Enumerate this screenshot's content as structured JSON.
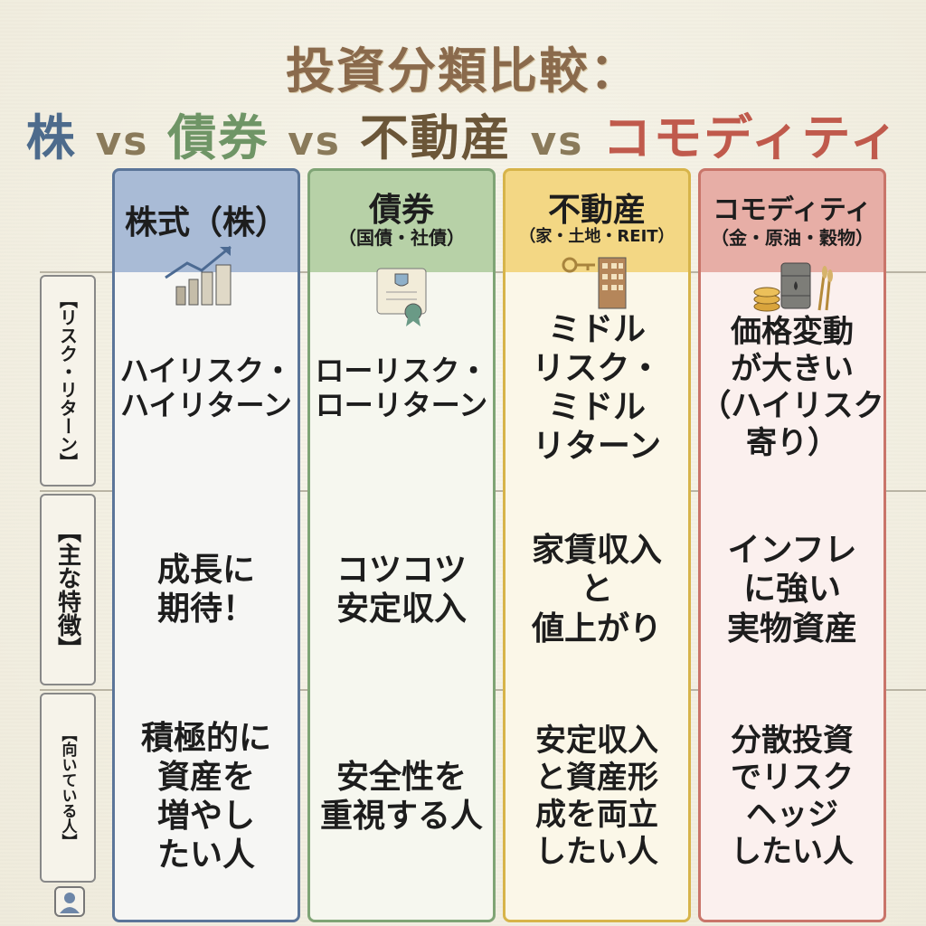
{
  "title": {
    "line1": "投資分類比較：",
    "asset1": "株",
    "vs1": "vs",
    "asset2": "債券",
    "vs2": "vs",
    "asset3": "不動産",
    "vs3": "vs",
    "asset4": "コモディティ"
  },
  "row_labels": {
    "risk": "【リスク・リターン】",
    "features": "【主な特徴】",
    "suited": "【向いている人】"
  },
  "columns": [
    {
      "name": "株式（株）",
      "sub": "",
      "icon": "rising-chart-buildings-icon",
      "risk": "ハイリスク・\nハイリターン",
      "features": "成長に\n期待！",
      "suited": "積極的に\n資産を\n増やし\nたい人"
    },
    {
      "name": "債券",
      "sub": "（国債・社債）",
      "icon": "certificate-scroll-icon",
      "risk": "ローリスク・\nローリターン",
      "features": "コツコツ\n安定収入",
      "suited": "安全性を\n重視する人"
    },
    {
      "name": "不動産",
      "sub": "（家・土地・REIT）",
      "icon": "key-building-icon",
      "risk": "ミドル\nリスク・\nミドル\nリターン",
      "features": "家賃収入\nと\n値上がり",
      "suited": "安定収入\nと資産形\n成を両立\nしたい人"
    },
    {
      "name": "コモディティ",
      "sub": "（金・原油・穀物）",
      "icon": "gold-oil-grain-icon",
      "risk": "価格変動\nが大きい\n（ハイリスク\n寄り）",
      "features": "インフレ\nに強い\n実物資産",
      "suited": "分散投資\nでリスク\nヘッジ\nしたい人"
    }
  ]
}
